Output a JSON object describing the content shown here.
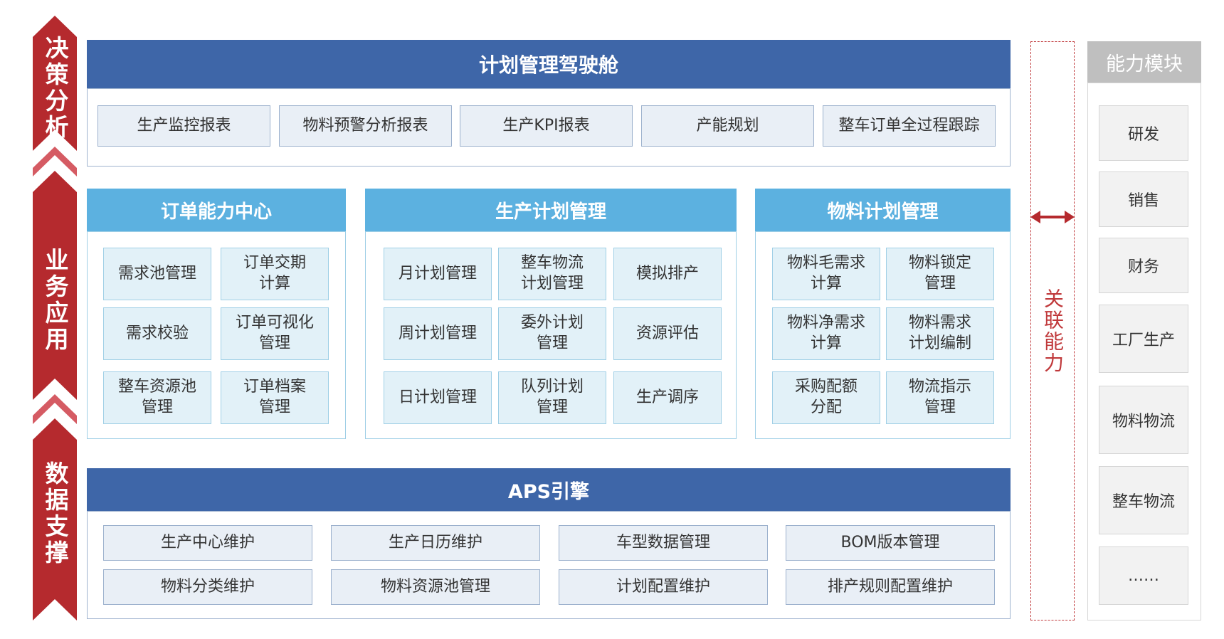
{
  "left_labels": [
    "决策分析",
    "业务应用",
    "数据支撑"
  ],
  "top": {
    "title": "计划管理驾驶舱",
    "items": [
      "生产监控报表",
      "物料预警分析报表",
      "生产KPI报表",
      "产能规划",
      "整车订单全过程跟踪"
    ]
  },
  "order_center": {
    "title": "订单能力中心",
    "items": [
      "需求池管理",
      "订单交期\n计算",
      "需求校验",
      "订单可视化\n管理",
      "整车资源池\n管理",
      "订单档案\n管理"
    ]
  },
  "production_plan": {
    "title": "生产计划管理",
    "items": [
      "月计划管理",
      "整车物流\n计划管理",
      "模拟排产",
      "周计划管理",
      "委外计划\n管理",
      "资源评估",
      "日计划管理",
      "队列计划\n管理",
      "生产调序"
    ]
  },
  "material_plan": {
    "title": "物料计划管理",
    "items": [
      "物料毛需求\n计算",
      "物料锁定\n管理",
      "物料净需求\n计算",
      "物料需求\n计划编制",
      "采购配额\n分配",
      "物流指示\n管理"
    ]
  },
  "aps": {
    "title": "APS引擎",
    "items": [
      "生产中心维护",
      "生产日历维护",
      "车型数据管理",
      "BOM版本管理",
      "物料分类维护",
      "物料资源池管理",
      "计划配置维护",
      "排产规则配置维护"
    ]
  },
  "link_label": "关联能力",
  "capability": {
    "title": "能力模块",
    "items": [
      "研发",
      "销售",
      "财务",
      "工厂生产",
      "物料物流",
      "整车物流",
      "……"
    ]
  },
  "colors": {
    "arrow_red": "#b52a2e",
    "band_blue": "#3e66a8",
    "light_blue": "#5cb1e0",
    "gray_head": "#bfbfbf"
  }
}
